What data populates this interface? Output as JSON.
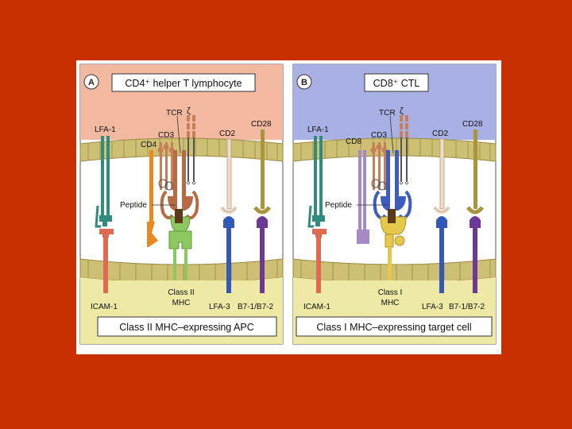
{
  "colors": {
    "slide_background": "#c93000",
    "panel_a_cell": "#f2b9a0",
    "panel_b_cell": "#a9b0e4",
    "apc_cell": "#efe9a6",
    "membrane": "#cdbf73",
    "icam": "#e06a50",
    "lfa1": "#2f8c7e",
    "cd3": "#c77f5a",
    "tcr": "#b86a44",
    "mhc_ii": "#8cc760",
    "mhc_i": "#e6c84a",
    "cd4": "#e88a22",
    "cd8": "#a68ac8",
    "cd2": "#f0dcc6",
    "lfa3": "#3458b8",
    "cd28": "#a8963e",
    "b7": "#6c3a96",
    "peptide": "#5a3a1a"
  },
  "panels": [
    {
      "letter": "A",
      "title": "CD4⁺ helper T lymphocyte",
      "coreceptor": "CD4",
      "labels": {
        "lfa1": "LFA-1",
        "cd3": "CD3",
        "tcr": "TCR",
        "zeta": "ζ",
        "cd2": "CD2",
        "cd28": "CD28",
        "peptide": "Peptide",
        "icam1": "ICAM-1",
        "mhc_line1": "Class II",
        "mhc_line2": "MHC",
        "lfa3": "LFA-3",
        "b7": "B7-1/B7-2"
      },
      "footer": "Class II MHC–expressing APC"
    },
    {
      "letter": "B",
      "title": "CD8⁺ CTL",
      "coreceptor": "CD8",
      "labels": {
        "lfa1": "LFA-1",
        "cd3": "CD3",
        "tcr": "TCR",
        "zeta": "ζ",
        "cd2": "CD2",
        "cd28": "CD28",
        "peptide": "Peptide",
        "icam1": "ICAM-1",
        "mhc_line1": "Class I",
        "mhc_line2": "MHC",
        "lfa3": "LFA-3",
        "b7": "B7-1/B7-2"
      },
      "footer": "Class I MHC–expressing target cell"
    }
  ]
}
